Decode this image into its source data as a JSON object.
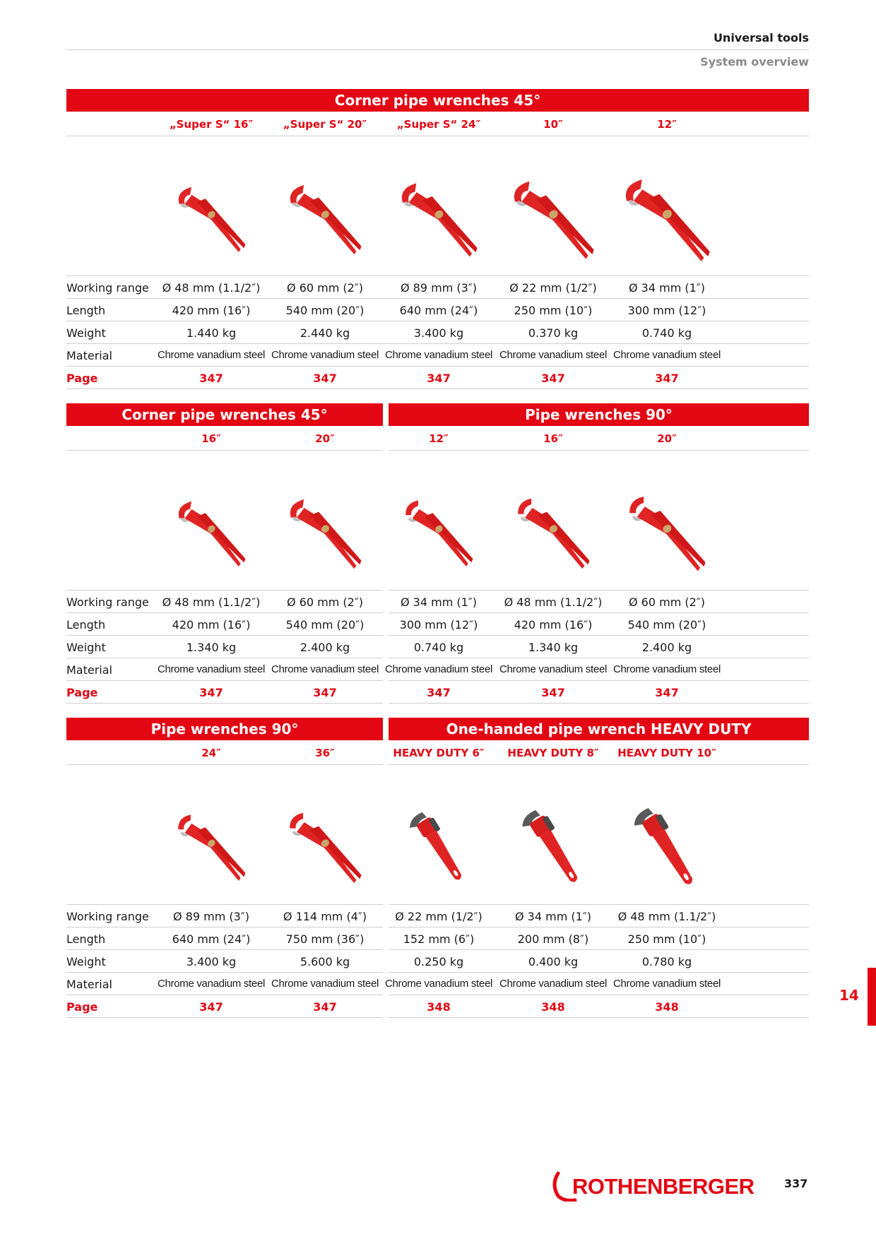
{
  "header": {
    "title": "Universal tools",
    "subtitle": "System overview"
  },
  "row_labels": {
    "working_range": "Working range",
    "length": "Length",
    "weight": "Weight",
    "material": "Material",
    "page": "Page"
  },
  "sections": [
    {
      "groups": [
        {
          "title": "Corner pipe wrenches 45°",
          "products": [
            {
              "name": "„Super S“ 16″",
              "range": "Ø 48 mm (1.1/2″)",
              "length": "420 mm (16″)",
              "weight": "1.440 kg",
              "material": "Chrome vanadium steel",
              "page": "347",
              "icon": "corner-pipe-wrench-icon"
            },
            {
              "name": "„Super S“ 20″",
              "range": "Ø 60 mm (2″)",
              "length": "540 mm (20″)",
              "weight": "2.440 kg",
              "material": "Chrome vanadium steel",
              "page": "347",
              "icon": "corner-pipe-wrench-icon"
            },
            {
              "name": "„Super S“ 24″",
              "range": "Ø 89 mm (3″)",
              "length": "640 mm (24″)",
              "weight": "3.400 kg",
              "material": "Chrome vanadium steel",
              "page": "347",
              "icon": "corner-pipe-wrench-icon"
            },
            {
              "name": "10″",
              "range": "Ø 22 mm (1/2″)",
              "length": "250 mm (10″)",
              "weight": "0.370 kg",
              "material": "Chrome vanadium steel",
              "page": "347",
              "icon": "corner-pipe-wrench-icon"
            },
            {
              "name": "12″",
              "range": "Ø 34 mm (1″)",
              "length": "300 mm (12″)",
              "weight": "0.740 kg",
              "material": "Chrome vanadium steel",
              "page": "347",
              "icon": "corner-pipe-wrench-icon"
            }
          ]
        }
      ]
    },
    {
      "groups": [
        {
          "title": "Corner pipe wrenches 45°",
          "products": [
            {
              "name": "16″",
              "range": "Ø 48 mm (1.1/2″)",
              "length": "420 mm (16″)",
              "weight": "1.340 kg",
              "material": "Chrome vanadium steel",
              "page": "347",
              "icon": "corner-pipe-wrench-icon"
            },
            {
              "name": "20″",
              "range": "Ø 60 mm (2″)",
              "length": "540 mm (20″)",
              "weight": "2.400 kg",
              "material": "Chrome vanadium steel",
              "page": "347",
              "icon": "corner-pipe-wrench-icon"
            }
          ]
        },
        {
          "title": "Pipe wrenches 90°",
          "products": [
            {
              "name": "12″",
              "range": "Ø 34 mm (1″)",
              "length": "300 mm (12″)",
              "weight": "0.740 kg",
              "material": "Chrome vanadium steel",
              "page": "347",
              "icon": "pipe-wrench-90-icon"
            },
            {
              "name": "16″",
              "range": "Ø 48 mm (1.1/2″)",
              "length": "420 mm (16″)",
              "weight": "1.340 kg",
              "material": "Chrome vanadium steel",
              "page": "347",
              "icon": "pipe-wrench-90-icon"
            },
            {
              "name": "20″",
              "range": "Ø 60 mm (2″)",
              "length": "540 mm (20″)",
              "weight": "2.400 kg",
              "material": "Chrome vanadium steel",
              "page": "347",
              "icon": "pipe-wrench-90-icon"
            }
          ]
        }
      ]
    },
    {
      "groups": [
        {
          "title": "Pipe wrenches 90°",
          "products": [
            {
              "name": "24″",
              "range": "Ø 89 mm (3″)",
              "length": "640 mm (24″)",
              "weight": "3.400 kg",
              "material": "Chrome vanadium steel",
              "page": "347",
              "icon": "pipe-wrench-90-icon"
            },
            {
              "name": "36″",
              "range": "Ø 114 mm (4″)",
              "length": "750 mm (36″)",
              "weight": "5.600 kg",
              "material": "Chrome vanadium steel",
              "page": "347",
              "icon": "pipe-wrench-90-icon"
            }
          ]
        },
        {
          "title": "One-handed pipe wrench HEAVY DUTY",
          "products": [
            {
              "name": "HEAVY DUTY 6″",
              "range": "Ø 22 mm (1/2″)",
              "length": "152 mm (6″)",
              "weight": "0.250 kg",
              "material": "Chrome vanadium steel",
              "page": "348",
              "icon": "heavy-duty-pipe-wrench-icon"
            },
            {
              "name": "HEAVY DUTY 8″",
              "range": "Ø 34 mm (1″)",
              "length": "200 mm (8″)",
              "weight": "0.400 kg",
              "material": "Chrome vanadium steel",
              "page": "348",
              "icon": "heavy-duty-pipe-wrench-icon"
            },
            {
              "name": "HEAVY DUTY 10″",
              "range": "Ø 48 mm (1.1/2″)",
              "length": "250 mm (10″)",
              "weight": "0.780 kg",
              "material": "Chrome vanadium steel",
              "page": "348",
              "icon": "heavy-duty-pipe-wrench-icon"
            }
          ]
        }
      ]
    }
  ],
  "chapter_tab": "14",
  "brand": "ROTHENBERGER",
  "page_number": "337",
  "colors": {
    "accent": "#e30613",
    "text": "#1a1a1a",
    "muted": "#8a8a8a",
    "rule": "#cfcfcf"
  }
}
